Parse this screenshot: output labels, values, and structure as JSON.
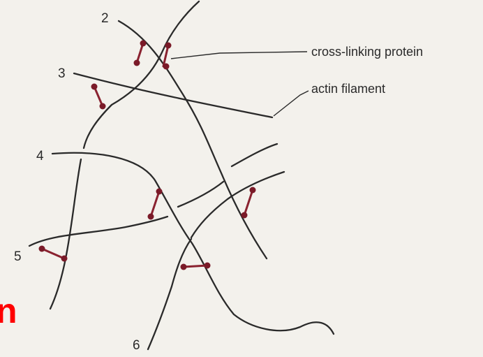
{
  "labels": {
    "cross_linking": "cross-linking protein",
    "actin": "actin filament"
  },
  "numbers": [
    "2",
    "3",
    "4",
    "5",
    "6"
  ],
  "corner_text": "n",
  "colors": {
    "background": "#f3f1ec",
    "filament": "#2a2a2a",
    "cross_link": "#8a2230",
    "corner_text": "#ff0000"
  }
}
